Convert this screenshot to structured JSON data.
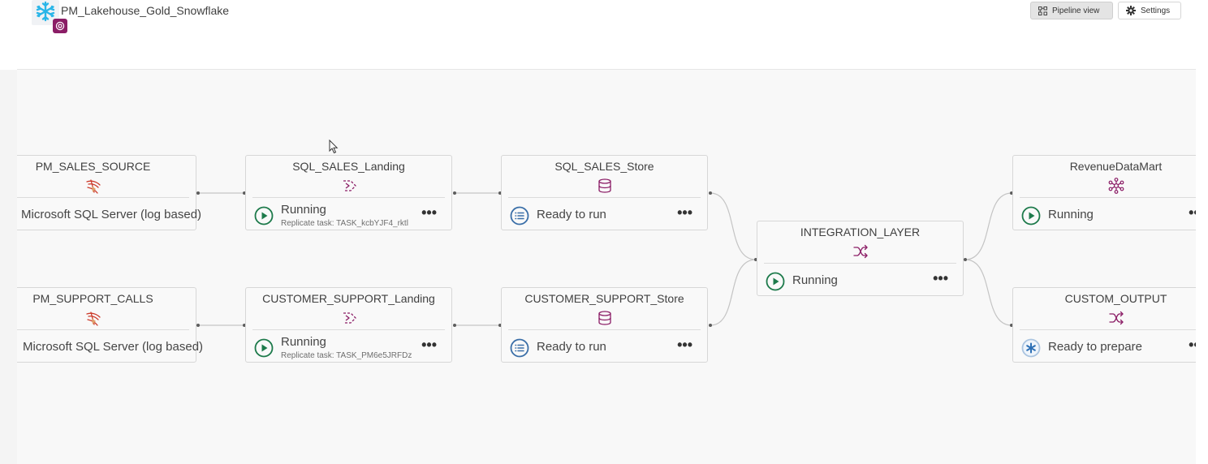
{
  "app": {
    "title": "PM_Lakehouse_Gold_Snowflake"
  },
  "toolbar": {
    "pipeline_view": "Pipeline view",
    "settings": "Settings"
  },
  "icons": {
    "logo": "snowflake-icon",
    "badge": "project-badge-icon",
    "pipeline_view": "pipeline-view-icon",
    "settings": "gear-icon",
    "sql_server": "sql-server-icon",
    "landing": "landing-task-icon",
    "storage": "database-icon",
    "transform": "shuffle-icon",
    "data_mart": "data-mart-icon",
    "running": "play-circle-icon",
    "ready_to_run": "list-circle-icon",
    "ready_to_prepare": "asterisk-circle-icon"
  },
  "colors": {
    "running": "#1d7a4b",
    "ready": "#3b6fa8",
    "accent": "#8b1d66",
    "source": "#cc3a2a"
  },
  "nodes": {
    "sales_source": {
      "name": "PM_SALES_SOURCE",
      "detail": "Microsoft SQL Server (log based)"
    },
    "support_source": {
      "name": "PM_SUPPORT_CALLS",
      "detail": "Microsoft SQL Server (log based)"
    },
    "sales_landing": {
      "name": "SQL_SALES_Landing",
      "status": "Running",
      "subtext": "Replicate task: TASK_kcbYJF4_rktl"
    },
    "support_landing": {
      "name": "CUSTOMER_SUPPORT_Landing",
      "status": "Running",
      "subtext": "Replicate task: TASK_PM6e5JRFDz"
    },
    "sales_store": {
      "name": "SQL_SALES_Store",
      "status": "Ready to run"
    },
    "support_store": {
      "name": "CUSTOMER_SUPPORT_Store",
      "status": "Ready to run"
    },
    "integration": {
      "name": "INTEGRATION_LAYER",
      "status": "Running"
    },
    "revenue_mart": {
      "name": "RevenueDataMart",
      "status": "Running"
    },
    "custom_output": {
      "name": "CUSTOM_OUTPUT",
      "status": "Ready to prepare"
    }
  },
  "more_label": "•••"
}
